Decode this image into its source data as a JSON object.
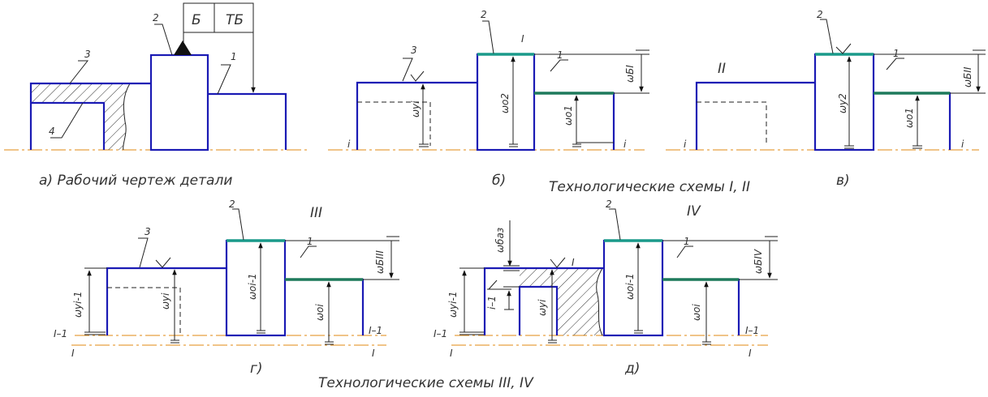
{
  "colors": {
    "contour": "#1a1ab4",
    "axis": "#e8a040",
    "surface": "#1a9a8a",
    "surface_dark": "#1e7a5c"
  },
  "captions": {
    "a": "а) Рабочий чертеж детали",
    "b": "б)",
    "v": "в)",
    "g": "г)",
    "d": "д)",
    "schemes_12": "Технологические схемы I, II",
    "schemes_34": "Технологические схемы III, IV"
  },
  "tolerance_frame": {
    "base": "Б",
    "tol": "ТБ"
  },
  "roman": {
    "II": "II",
    "III": "III",
    "IV": "IV"
  },
  "surface_numbers": {
    "n1": "1",
    "n2": "2",
    "n3": "3",
    "n4": "4"
  },
  "marks": {
    "I": "I",
    "Im1": "I–1",
    "im1": "i–1",
    "i": "i"
  },
  "dims": {
    "wy_i": "ωуi",
    "wo2": "ωо2",
    "wo1": "ωо1",
    "wbI": "ωБI",
    "wy2": "ωу2",
    "wbII": "ωБII",
    "wyi1": "ωуi-1",
    "woi1": "ωоi-1",
    "woi": "ωоi",
    "wbIII": "ωБIII",
    "wbaz": "ωбаз",
    "wbIV": "ωБIV"
  }
}
